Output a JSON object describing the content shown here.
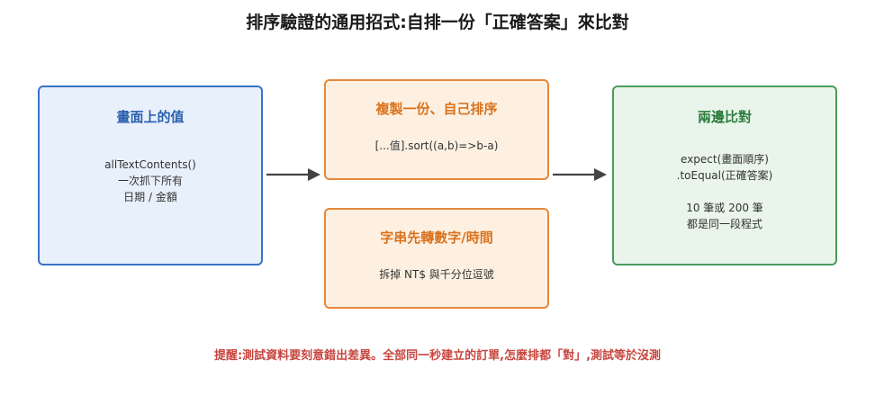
{
  "title": "排序驗證的通用招式:自排一份「正確答案」來比對",
  "screen_box": {
    "title": "畫面上的值",
    "lines": [
      "allTextContents()",
      "一次抓下所有",
      "日期 / 金額"
    ]
  },
  "sort_box": {
    "title": "複製一份、自己排序",
    "lines": [
      "[...值].sort((a,b)=>b-a)"
    ]
  },
  "convert_box": {
    "title": "字串先轉數字/時間",
    "lines": [
      "拆掉 NT$ 與千分位逗號"
    ]
  },
  "compare_box": {
    "title": "兩邊比對",
    "lines": [
      "expect(畫面順序)",
      ".toEqual(正確答案)",
      "",
      "10 筆或 200 筆",
      "都是同一段程式"
    ]
  },
  "note": "提醒:測試資料要刻意錯出差異。全部同一秒建立的訂單,怎麼排都「對」,測試等於沒測",
  "colors": {
    "blue": "#3a72c8",
    "orange": "#e8873a",
    "green": "#4a9a5c",
    "note": "#c8453f",
    "arrow": "#444444"
  }
}
